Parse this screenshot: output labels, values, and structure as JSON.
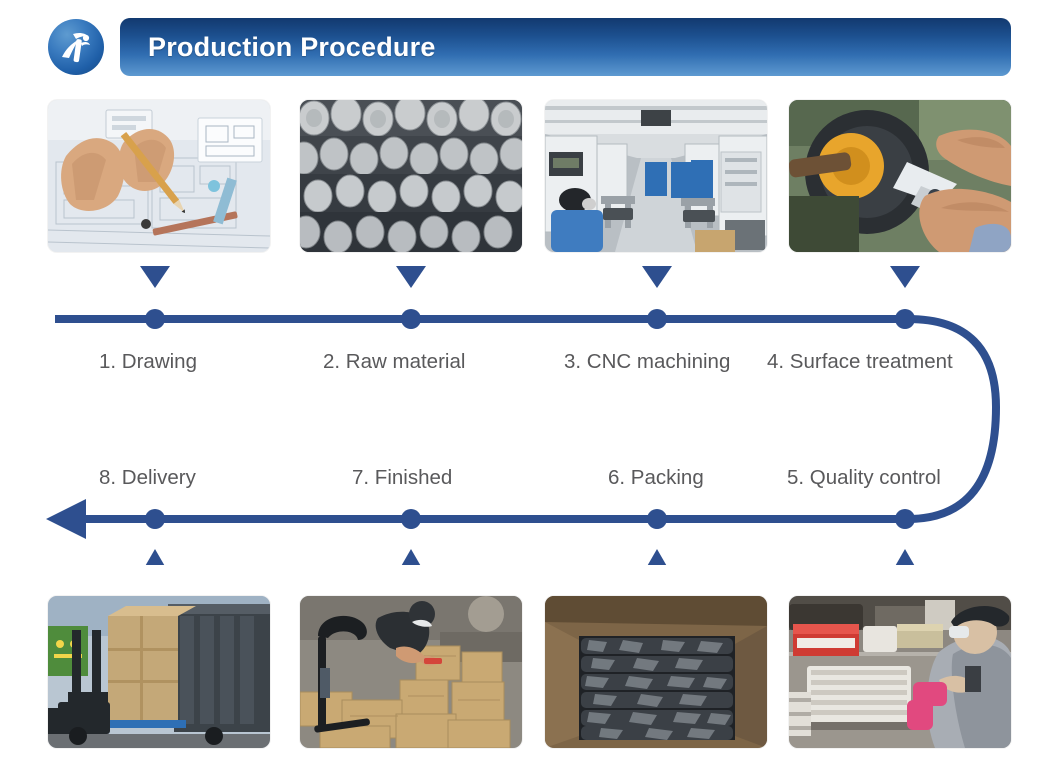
{
  "header": {
    "title": "Production Procedure",
    "logo_name": "company-monogram-logo",
    "banner_gradient_top": "#12396f",
    "banner_gradient_bottom": "#5e9ad1"
  },
  "theme": {
    "timeline_color": "#2e4f8f",
    "label_color": "#59595b",
    "background": "#ffffff"
  },
  "flow": {
    "direction_top": "left-to-right",
    "direction_bottom": "right-to-left",
    "steps": [
      {
        "number": "1",
        "label": "1. Drawing",
        "image_alt": "hands drafting technical blueprint with pencil and ruler"
      },
      {
        "number": "2",
        "label": "2. Raw material",
        "image_alt": "stacks of metal round bars"
      },
      {
        "number": "3",
        "label": "3. CNC machining",
        "image_alt": "CNC machine shop aisle with worker"
      },
      {
        "number": "4",
        "label": "4. Surface treatment",
        "image_alt": "hands polishing part on buffing wheel"
      },
      {
        "number": "5",
        "label": "5. Quality control",
        "image_alt": "worker inspecting parts at bench with red crate"
      },
      {
        "number": "6",
        "label": "6. Packing",
        "image_alt": "box filled with polybagged black parts"
      },
      {
        "number": "7",
        "label": "7. Finished",
        "image_alt": "worker taping cartons beside pallet jack"
      },
      {
        "number": "8",
        "label": "8. Delivery",
        "image_alt": "forklift loading cartons into shipping container"
      }
    ]
  }
}
